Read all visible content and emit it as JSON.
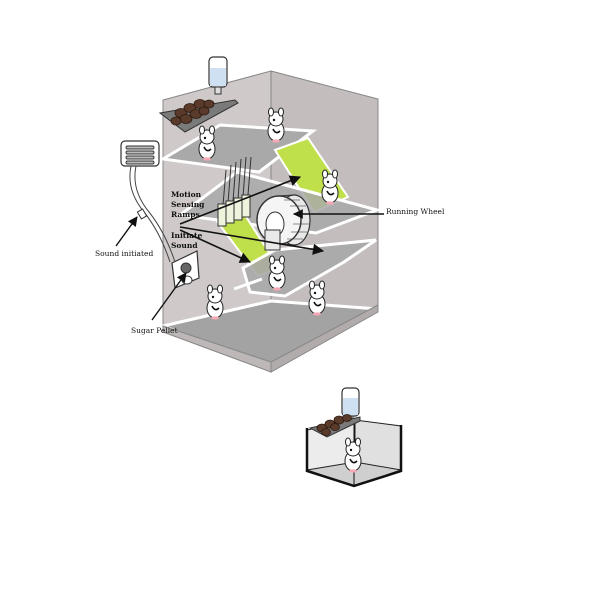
{
  "labels": {
    "motion_sensing_ramps": [
      "Motion",
      "Sensing",
      "Ramps"
    ],
    "initiate_sound": [
      "Initiate",
      "Sound"
    ],
    "running_wheel": "Running Wheel",
    "sound_initiated": "Sound initiated",
    "sugar_pellet": "Sugar Pellet"
  },
  "colors": {
    "wall_back": "#c9c3c3",
    "wall_side": "#bdb7b7",
    "floor": "#a9a9a9",
    "ramp_green": "#bfe04a",
    "platform_edge": "#ffffff",
    "outline": "#555555",
    "food": "#5a3a2a",
    "water": "#cfe0f3"
  },
  "icons": [
    "mouse-icon",
    "water-bottle-icon",
    "food-tray-icon",
    "running-wheel-icon",
    "speaker-icon",
    "sugar-pellet-dispenser-icon",
    "sensor-rod-icon"
  ]
}
